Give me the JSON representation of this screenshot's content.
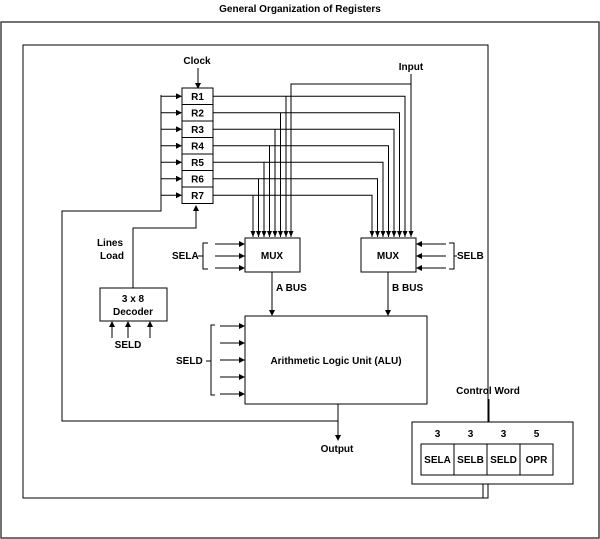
{
  "title": "General Organization of Registers",
  "labels": {
    "clock": "Clock",
    "input": "Input",
    "lines_load_1": "Lines",
    "lines_load_2": "Load",
    "decoder_1": "3 x 8",
    "decoder_2": "Decoder",
    "decoder_sel": "SELD",
    "mux_a": "MUX",
    "mux_b": "MUX",
    "sela": "SELA",
    "selb": "SELB",
    "a_bus": "A BUS",
    "b_bus": "B BUS",
    "alu": "Arithmetic Logic Unit (ALU)",
    "alu_sel": "SELD",
    "output": "Output",
    "control_word": "Control Word"
  },
  "registers": [
    "R1",
    "R2",
    "R3",
    "R4",
    "R5",
    "R6",
    "R7"
  ],
  "control_word": {
    "fields": [
      {
        "bits": "3",
        "name": "SELA"
      },
      {
        "bits": "3",
        "name": "SELB"
      },
      {
        "bits": "3",
        "name": "SELD"
      },
      {
        "bits": "5",
        "name": "OPR"
      }
    ]
  }
}
